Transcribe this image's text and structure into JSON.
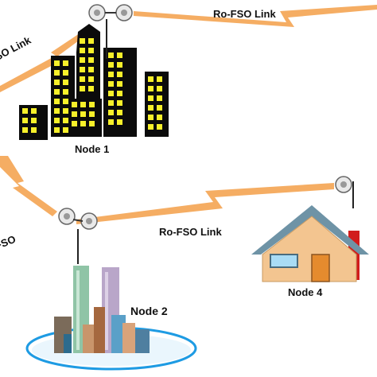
{
  "links": {
    "top_left": "FSO Link",
    "top_right": "Ro-FSO Link",
    "left_mid": "FSO",
    "bottom": "Ro-FSO Link"
  },
  "nodes": {
    "node1": "Node 1",
    "node2": "Node 2",
    "node4": "Node 4"
  },
  "colors": {
    "link": "#f5ad63",
    "building": "#0b0b0b",
    "window": "#f7f02a",
    "house_wall": "#f3c590",
    "house_roof": "#6e93a6",
    "chimney": "#d11c1c",
    "lake": "#1e9be3"
  }
}
